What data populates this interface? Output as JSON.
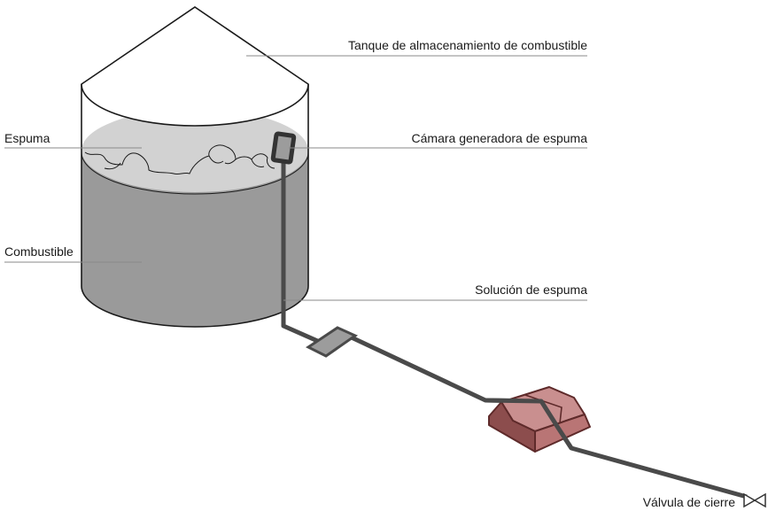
{
  "labels": {
    "tank": "Tanque de almacenamiento de combustible",
    "foam": "Espuma",
    "foam_chamber": "Cámara generadora de espuma",
    "fuel": "Combustible",
    "foam_solution": "Solución de espuma",
    "shutoff_valve": "Válvula de cierre"
  },
  "colors": {
    "outline": "#1a1a1a",
    "fuel": "#9a9a9a",
    "foam_surface": "#d2d2d2",
    "pipe": "#4a4a4a",
    "pipe_fitting": "#9c9c9c",
    "pump_body": "#b97575",
    "pump_top": "#c98f8f",
    "pump_side": "#8c4d4d",
    "leader_line": "#8a8a8a"
  }
}
